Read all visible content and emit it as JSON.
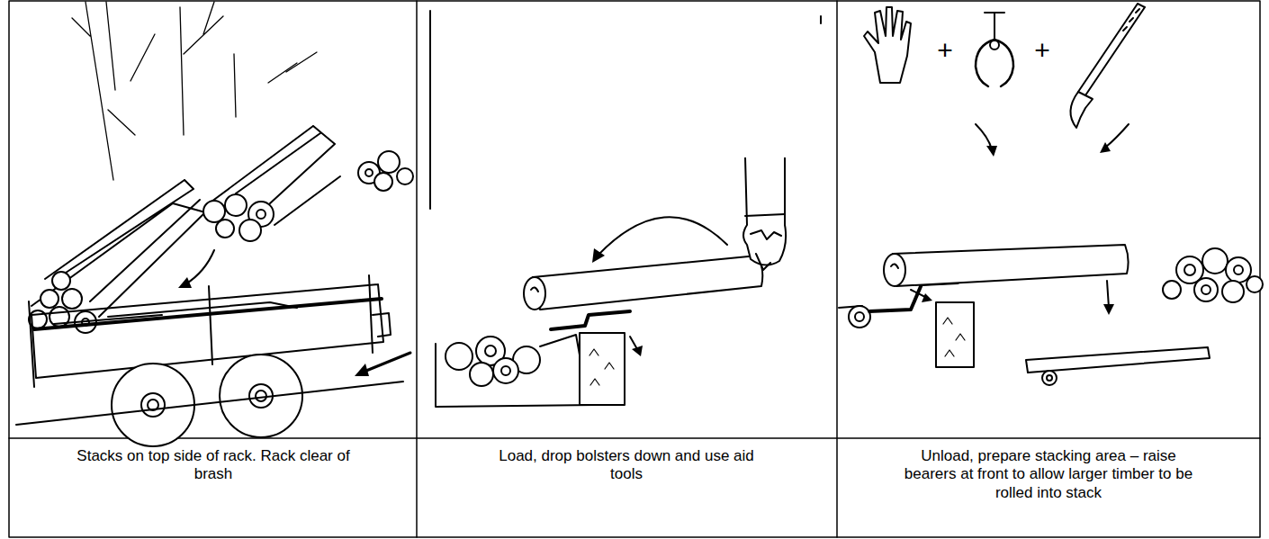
{
  "diagram": {
    "labels": [
      "+",
      "+",
      "Stacks on top side of rack. Rack clear of brash",
      "Load, drop bolsters down and use aid tools",
      "Unload, prepare stacking area – raise bearers at front to allow larger timber to be rolled into stack"
    ]
  }
}
